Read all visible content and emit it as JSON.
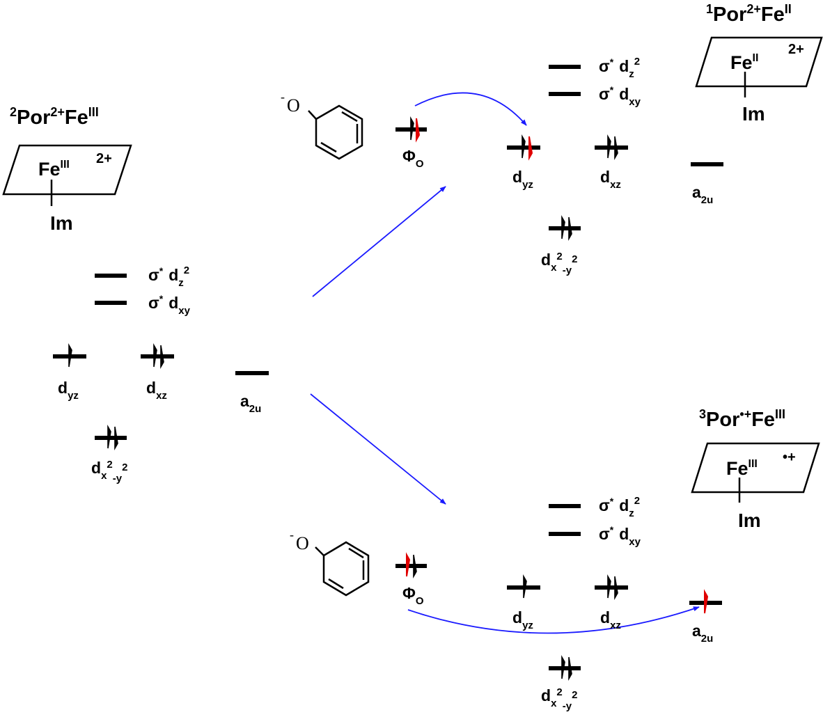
{
  "states": {
    "initial": {
      "prefix": "2",
      "por": "Por",
      "por_sup": "2+",
      "fe": "Fe",
      "fe_sup": "III"
    },
    "top": {
      "prefix": "1",
      "por": "Por",
      "por_sup": "2+",
      "fe": "Fe",
      "fe_sup": "II"
    },
    "bottom": {
      "prefix": "3",
      "por": "Por",
      "por_sup": "•+",
      "fe": "Fe",
      "fe_sup": "III"
    }
  },
  "icons": {
    "initial": {
      "metal": "Fe",
      "metal_sup": "III",
      "charge": "2+",
      "ligand": "Im"
    },
    "top": {
      "metal": "Fe",
      "metal_sup": "II",
      "charge": "2+",
      "ligand": "Im"
    },
    "bottom": {
      "metal": "Fe",
      "metal_sup": "III",
      "charge": "•+",
      "ligand": "Im"
    }
  },
  "orbitals": {
    "sigma": "σ",
    "star": "*",
    "dz2_base": "d",
    "dz2_sub": "z",
    "dz2_sup": "2",
    "dxy_base": "d",
    "dxy_sub": "xy",
    "dyz_base": "d",
    "dyz_sub": "yz",
    "dxz_base": "d",
    "dxz_sub": "xz",
    "dx2y2_base": "d",
    "dx2y2_sub1": "x",
    "dx2y2_sup1": "2",
    "dx2y2_mid": "-y",
    "dx2y2_sup2": "2",
    "a2u_base": "a",
    "a2u_sub": "2u",
    "phi_base": "Φ",
    "phi_sub": "O"
  },
  "phenoxide": {
    "charge": "-",
    "atom": "O"
  },
  "colors": {
    "arrow": "#1a1aff",
    "transferred_electron": "#e00000",
    "lines": "#000000"
  }
}
